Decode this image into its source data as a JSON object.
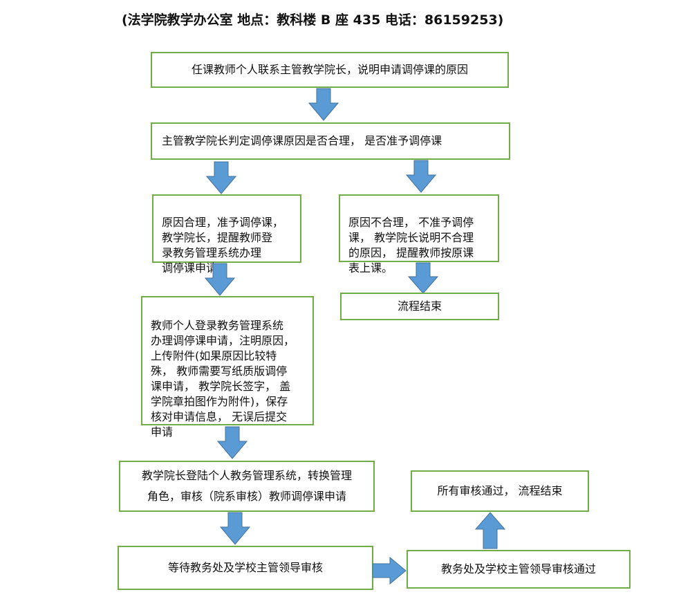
{
  "header": {
    "text": "(法学院教学办公室  地点：教科楼 B 座 435  电话：86159253)"
  },
  "flow": {
    "step1": "任课教师个人联系主管教学院长，说明申请调停课的原因",
    "step2": "主管教学院长判定调停课原因是否合理， 是否准予调停课",
    "reasonable": "原因合理，准予调停课，\n教学院长，提醒教师登\n录教务管理系统办理\n    调停课申请",
    "unreasonable": "原因不合理， 不准予调停\n课， 教学院长说明不合理\n的原因， 提醒教师按原课\n            表上课。",
    "end1": "流程结束",
    "teacher_apply": "教师个人登录教务管理系统\n办理调停课申请，注明原因，\n上传附件(如果原因比较特\n殊， 教师需要写纸质版调停\n课申请， 教学院长签字， 盖\n学院章拍图作为附件)，保存\n核对申请信息， 无误后提交\n申请",
    "dean_review": {
      "line1": "教学院长登陆个人教务管理系统，转换管理",
      "line2": "角色，审核（院系审核）教师调停课申请"
    },
    "wait_review": "等待教务处及学校主管领导审核",
    "approved": "教务处及学校主管领导审核通过",
    "all_passed": "所有审核通过， 流程结束"
  },
  "colors": {
    "box_border": "#70ad47",
    "arrow_fill": "#5b9bd5",
    "arrow_stroke": "#41719c"
  }
}
